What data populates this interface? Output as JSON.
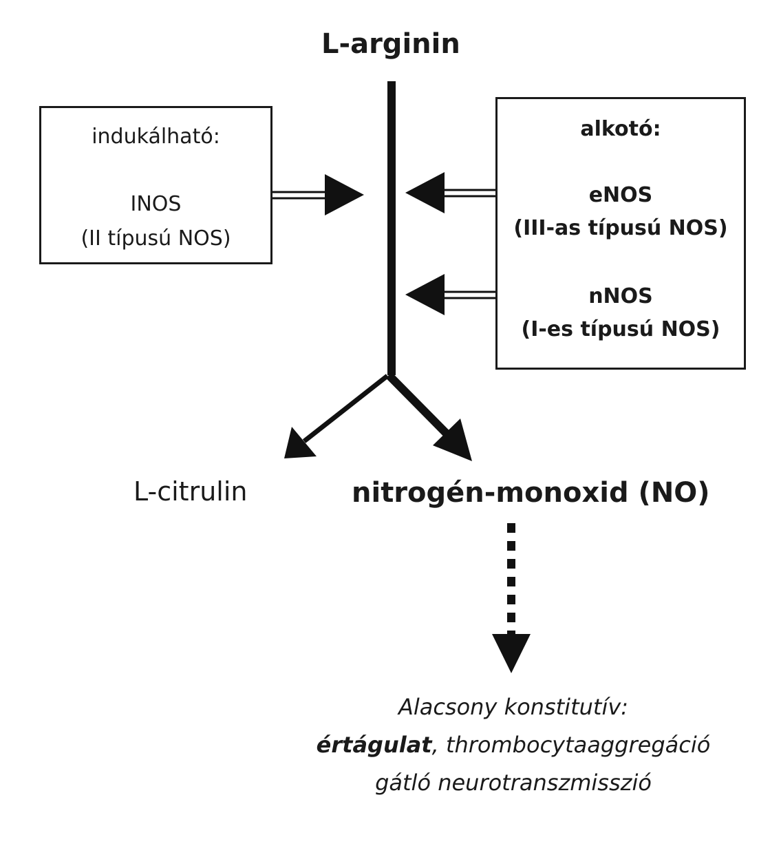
{
  "title": "L-arginin",
  "inducible_box": {
    "heading": "indukálható:",
    "enzyme": "INOS",
    "enzyme_type": "(II típusú NOS)"
  },
  "constitutive_box": {
    "heading": "alkotó:",
    "enzymes": [
      {
        "name": "eNOS",
        "type": "(III-as típusú NOS)"
      },
      {
        "name": "nNOS",
        "type": "(I-es típusú NOS)"
      }
    ]
  },
  "products": {
    "byproduct": "L-citrulin",
    "main": "nitrogén-monoxid (NO)"
  },
  "effects": {
    "line1": "Alacsony konstitutív:",
    "line2_bold": "értágulat",
    "line2_rest": ", thrombocytaaggregáció",
    "line3": "gátló neurotranszmisszió"
  }
}
